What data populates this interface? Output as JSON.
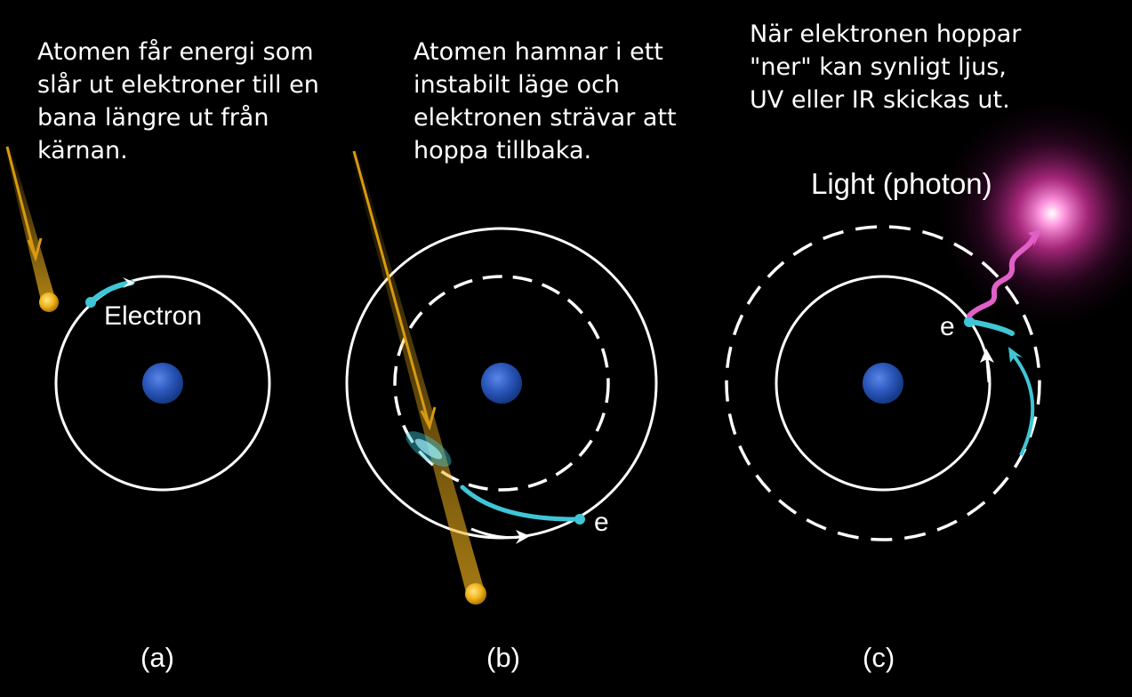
{
  "captions": {
    "a": "Atomen får energi som\nslår ut elektroner till en\nbana längre ut från\nkärnan.",
    "b": "Atomen hamnar i ett\ninstabilt läge och\nelektronen strävar att\nhoppa tillbaka.",
    "c": "När elektronen hoppar\n\"ner\" kan synligt ljus,\nUV eller IR skickas ut."
  },
  "labels": {
    "electron": "Electron",
    "e_b": "e",
    "e_c": "e",
    "photon": "Light (photon)"
  },
  "panels": {
    "a": "(a)",
    "b": "(b)",
    "c": "(c)"
  },
  "colors": {
    "background": "#000000",
    "nucleus": "#2a55b8",
    "electron": "#3fc6d6",
    "incoming_particle": "#f0b21c",
    "photon": "#e060c8"
  }
}
